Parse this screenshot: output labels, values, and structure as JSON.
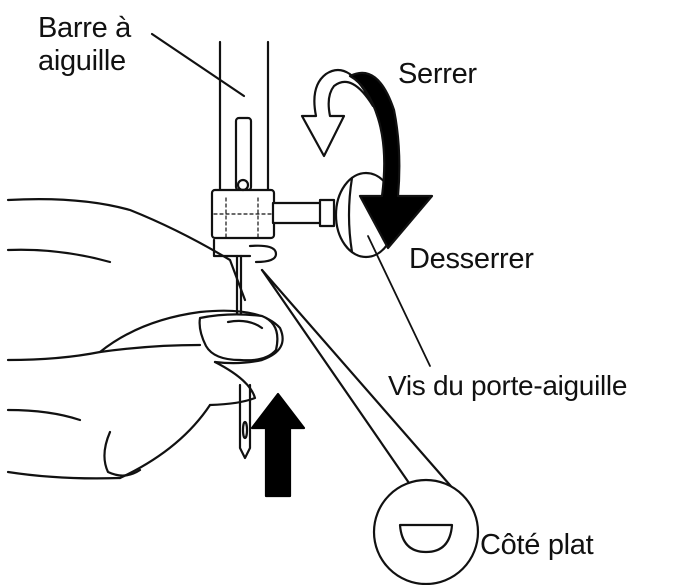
{
  "labels": {
    "needle_bar_line1": "Barre à",
    "needle_bar_line2": "aiguille",
    "tighten": "Serrer",
    "loosen": "Desserrer",
    "clamp_screw": "Vis du porte-aiguille",
    "flat_side": "Côté plat"
  },
  "colors": {
    "ink": "#111111",
    "background": "#ffffff"
  }
}
